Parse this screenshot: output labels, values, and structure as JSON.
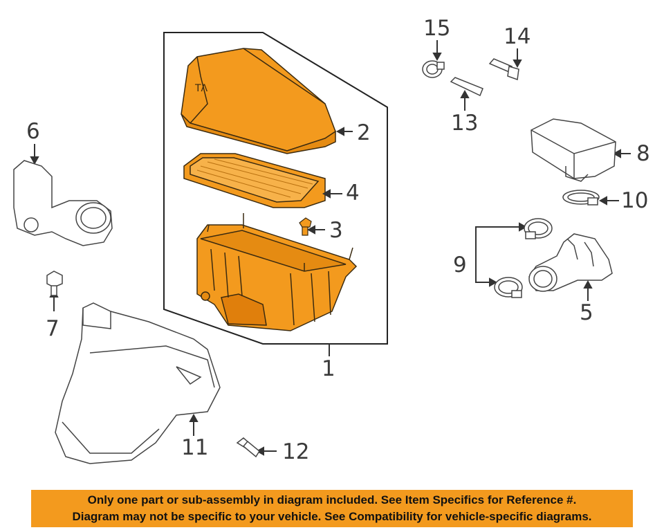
{
  "callouts": {
    "c1": "1",
    "c2": "2",
    "c3": "3",
    "c4": "4",
    "c5": "5",
    "c6": "6",
    "c7": "7",
    "c8": "8",
    "c9": "9",
    "c10": "10",
    "c11": "11",
    "c12": "12",
    "c13": "13",
    "c14": "14",
    "c15": "15"
  },
  "banner": {
    "line1": "Only one part or sub-assembly in diagram included. See Item Specifics for Reference #.",
    "line2": "Diagram may not be specific to your vehicle. See Compatibility for vehicle-specific diagrams."
  },
  "colors": {
    "highlight_part": "#f39a1e",
    "line_art": "#444444",
    "banner_bg": "#f39a1e"
  }
}
